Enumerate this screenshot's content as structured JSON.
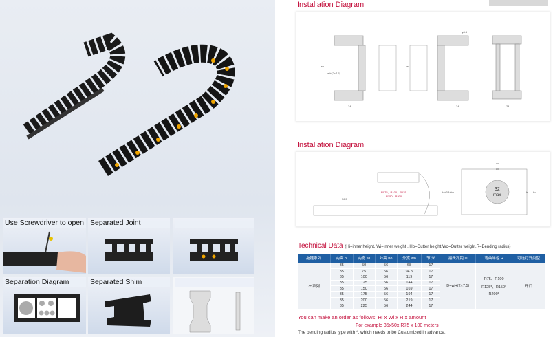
{
  "left": {
    "tiles": [
      {
        "caption": "Use Screwdriver to open"
      },
      {
        "caption": "Separated Joint"
      },
      {
        "caption": ""
      },
      {
        "caption": "Separation Diagram"
      },
      {
        "caption": "Separated Shim"
      },
      {
        "caption": ""
      }
    ]
  },
  "right": {
    "diagram1": {
      "title": "Installation Diagram",
      "labels": {
        "hole": "φ5.5",
        "dim1": "24",
        "dim2": "24",
        "dim3": "24",
        "wo": "wo",
        "wi_formula": "wi+(2×7.5)",
        "wi": "wi"
      }
    },
    "diagram2": {
      "title": "Installation Diagram",
      "labels": {
        "pitch": "56.5",
        "radius_line1": "R075、R100、R125",
        "radius_line2": "R150、R200",
        "height": "H+2R+ho",
        "max_num": "32",
        "max_word": "max",
        "wo": "wo",
        "wi": "wi",
        "hi": "hi",
        "ho": "ho"
      }
    },
    "technical": {
      "title": "Technical Data",
      "subtitle": "(Hi=inner height, Wi=Inner weight , Ho=Outter height,Wo=Outter weight,R=Bending radius)",
      "headers": [
        "拖链系列",
        "内高 hi",
        "内宽 wi",
        "外高 ho",
        "外宽 wo",
        "节/米",
        "接头孔距 D",
        "弯曲半径 R",
        "可选打开类型"
      ],
      "series": "35系列",
      "rows": [
        [
          "35",
          "50",
          "56",
          "68",
          "17"
        ],
        [
          "35",
          "75",
          "56",
          "94.5",
          "17"
        ],
        [
          "35",
          "100",
          "56",
          "119",
          "17"
        ],
        [
          "35",
          "125",
          "56",
          "144",
          "17"
        ],
        [
          "35",
          "150",
          "56",
          "169",
          "17"
        ],
        [
          "35",
          "175",
          "56",
          "194",
          "17"
        ],
        [
          "35",
          "200",
          "56",
          "219",
          "17"
        ],
        [
          "35",
          "225",
          "56",
          "244",
          "17"
        ]
      ],
      "d_formula": "D=wi+(2×7.5)",
      "radius": [
        "R75、R100",
        "R125*、R150*",
        "R200*"
      ],
      "open_type": "开口"
    },
    "order_line": "You can make an order as follows:  Hi  x Wi x R x amount",
    "example_line": "For example  35x50x R75 x 100 meters",
    "note_line": "The bending radius type with *,  which needs to be Customized in advance."
  },
  "colors": {
    "accent": "#c4123e",
    "table_header": "#1f5fa3"
  }
}
